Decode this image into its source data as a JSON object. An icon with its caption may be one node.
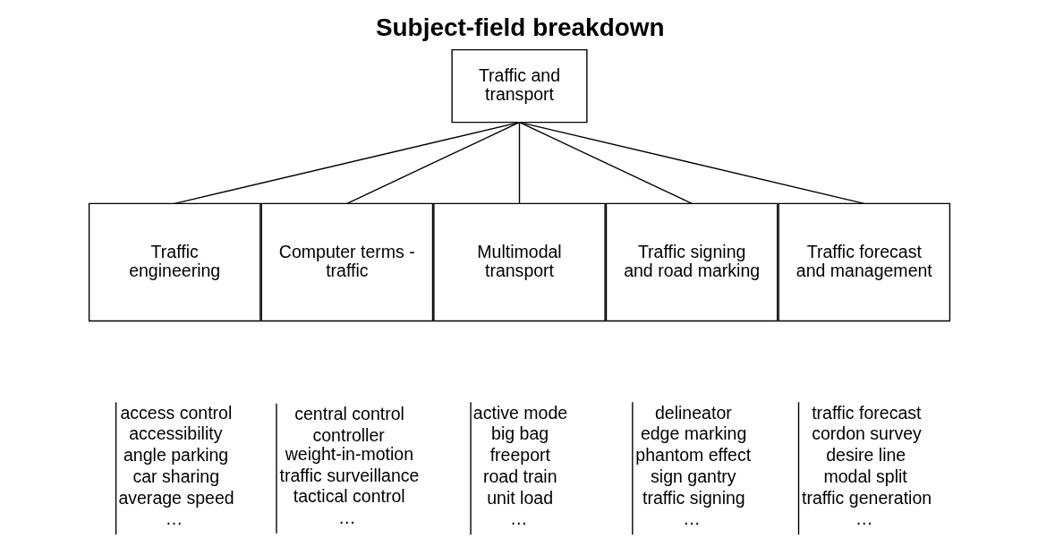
{
  "diagram": {
    "title": "Subject-field breakdown",
    "nodes": [
      {
        "text": [
          "Traffic and transport"
        ]
      },
      {
        "text": [
          "Traffic engineering"
        ]
      },
      {
        "text": [
          "Computer terms - traffic"
        ]
      },
      {
        "text": [
          "Multimodal transport"
        ]
      },
      {
        "text": [
          "Traffic signing and road marking"
        ]
      },
      {
        "text": [
          "Traffic forecast and management"
        ]
      },
      {
        "text": [
          "access control",
          "accessibility",
          "angle parking",
          "car sharing",
          "average speed",
          "…"
        ]
      },
      {
        "text": [
          "central control",
          "controller weight-in-motion",
          "traffic surveillance",
          "tactical control",
          "…"
        ]
      },
      {
        "text": [
          "active mode",
          "big bag",
          "freeport",
          "road train",
          "unit load",
          "…"
        ]
      },
      {
        "text": [
          "delineator",
          "edge marking",
          "phantom effect",
          "sign gantry",
          "traffic signing",
          "…"
        ]
      },
      {
        "text": [
          "traffic forecast",
          "cordon survey",
          "desire line",
          "modal split",
          "traffic generation",
          "…"
        ]
      }
    ],
    "edges": [
      {
        "from": 0,
        "to": 1,
        "arrow": "none"
      },
      {
        "from": 0,
        "to": 2,
        "arrow": "none"
      },
      {
        "from": 0,
        "to": 3,
        "arrow": "none"
      },
      {
        "from": 0,
        "to": 4,
        "arrow": "none"
      },
      {
        "from": 0,
        "to": 5,
        "arrow": "none"
      }
    ]
  }
}
